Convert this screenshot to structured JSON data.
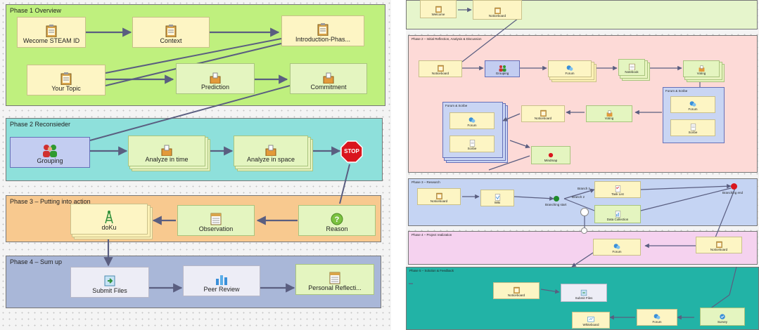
{
  "left": {
    "phases": [
      {
        "title": "Phase 1 Overview",
        "color": "#bff07e"
      },
      {
        "title": "Phase 2 Reconsieder",
        "color": "#8ee0db"
      },
      {
        "title": "Phase 3 – Putting into action",
        "color": "#f8c98f"
      },
      {
        "title": "Phase 4 – Sum up",
        "color": "#a9b7d8"
      }
    ],
    "nodes": {
      "welcome": "Wecome STEAM ID",
      "context": "Context",
      "introduction": "Introduction-Phas...",
      "your_topic": "Your Topic",
      "prediction": "Prediction",
      "commitment": "Commitment",
      "grouping": "Grouping",
      "analyze_time": "Analyze in time",
      "analyze_space": "Analyze in space",
      "stop": "STOP",
      "doku": "doKu",
      "observation": "Observation",
      "reason": "Reason",
      "submit_files": "Submit Files",
      "peer_review": "Peer Review",
      "personal_reflection": "Personal Reflecti..."
    }
  },
  "right": {
    "phases": [
      {
        "title": "",
        "color": "#e6f5cc"
      },
      {
        "title": "Phase 2 – Initial Reflection, Analysis & Discussion",
        "color": "#fddad7"
      },
      {
        "title": "Phase 3 – Research",
        "color": "#c5d4f3"
      },
      {
        "title": "Phase 4 – Project realization",
        "color": "#f5d2ef"
      },
      {
        "title": "Phase 5 – Solution & Feedback",
        "color": "#22b3a6"
      }
    ],
    "groups": {
      "forum_scribe_a": "Forum & Scribe",
      "forum_scribe_b": "Forum & Scribe"
    },
    "nodes": {
      "welcome": "Welcome",
      "noticeboard_top": "Noticeboard",
      "noticeboard_p2": "Noticeboard",
      "grouping": "Grouping",
      "forum_p2": "Forum",
      "notebook": "Notebook",
      "voting_p2": "Voting",
      "forum_a": "Forum",
      "scribe_a": "Scribe",
      "noticeboard_p2b": "Noticeboard",
      "voting_p2b": "Voting",
      "forum_b": "Forum",
      "scribe_b": "Scribe",
      "mindmap": "Mindmap",
      "noticeboard_p3": "Noticeboard",
      "wiki": "Wiki",
      "task_list": "Task List",
      "data_collection": "Data Collection",
      "forum_p4": "Forum",
      "noticeboard_p4": "Noticeboard",
      "noticeboard_p5": "Noticeboard",
      "submit_files_p5": "Submit Files",
      "whiteboard": "Whiteboard",
      "forum_p5": "Forum",
      "survey": "Survey"
    },
    "labels": {
      "branching_start": "Branching start",
      "branch_1": "Branch 1",
      "branch_2": "Branch 2",
      "branching_end": "Branching end"
    }
  }
}
